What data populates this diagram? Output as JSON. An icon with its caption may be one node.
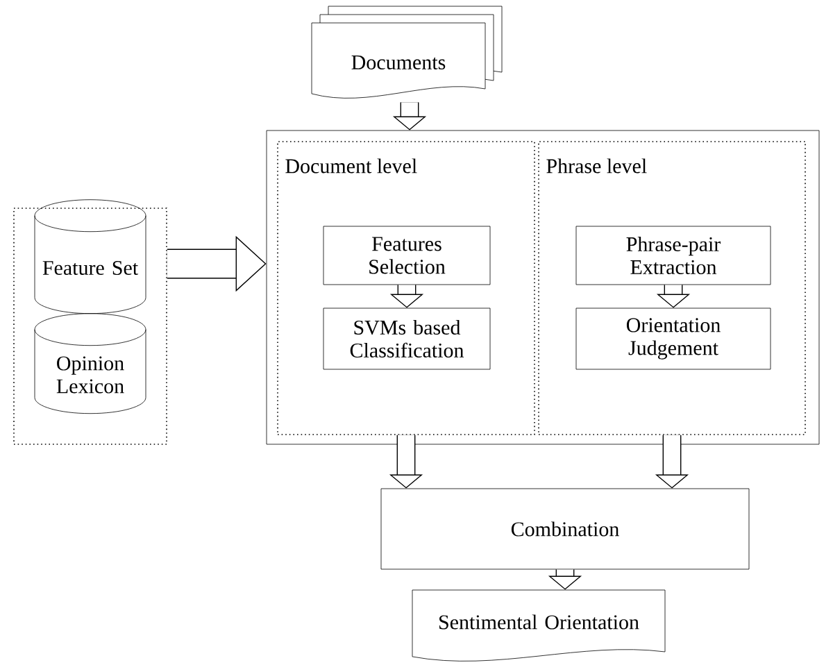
{
  "diagram": {
    "nodes": [
      {
        "text": [
          "Documents"
        ]
      },
      {
        "text": [],
        "shape": "box"
      },
      {
        "text": [
          "Feature Set"
        ],
        "in": 1
      },
      {
        "text": [
          "Opinion Lexicon"
        ],
        "in": 1
      },
      {
        "text": [],
        "shape": "box"
      },
      {
        "text": [
          "Document level"
        ],
        "in": 4
      },
      {
        "text": [
          "Phrase level"
        ],
        "in": 4
      },
      {
        "text": [
          "Features Selection"
        ],
        "in": 5
      },
      {
        "text": [
          "SVMs based Classification"
        ],
        "in": 5
      },
      {
        "text": [
          "Phrase-pair Extraction"
        ],
        "in": 6
      },
      {
        "text": [
          "Orientation Judgement"
        ],
        "in": 6
      },
      {
        "text": [
          "Combination"
        ]
      },
      {
        "text": [
          "Sentimental Orientation"
        ]
      }
    ],
    "edges": [
      {
        "from": 0,
        "to": 4,
        "arrow": "to"
      },
      {
        "from": 1,
        "to": 4,
        "arrow": "to"
      },
      {
        "from": 7,
        "to": 8,
        "arrow": "to"
      },
      {
        "from": 9,
        "to": 10,
        "arrow": "to"
      },
      {
        "from": 5,
        "to": 11,
        "arrow": "to"
      },
      {
        "from": 6,
        "to": 11,
        "arrow": "to"
      },
      {
        "from": 11,
        "to": 12,
        "arrow": "to"
      }
    ]
  }
}
